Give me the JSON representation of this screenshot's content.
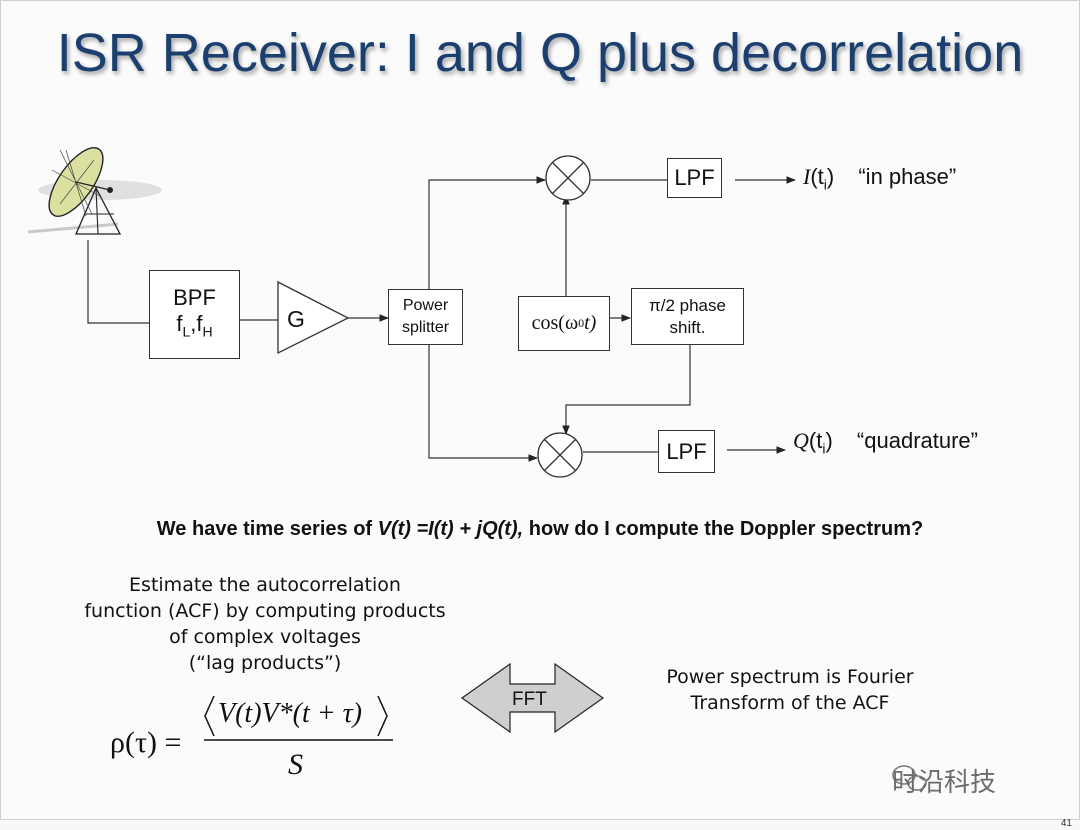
{
  "slide": {
    "title": "ISR Receiver:  I and Q plus decorrelation",
    "page_number": "41"
  },
  "diagram": {
    "bpf": {
      "line1": "BPF",
      "line2_base1": "f",
      "line2_sub1": "L",
      "line2_sep": ",",
      "line2_base2": "f",
      "line2_sub2": "H"
    },
    "amp_label": "G",
    "splitter": {
      "line1": "Power",
      "line2": "splitter"
    },
    "oscillator": {
      "text": "cos(ω",
      "sub": "0",
      "tail": "t)"
    },
    "phase_shift": {
      "line1": "π/2 phase",
      "line2": "shift."
    },
    "lpf_top": "LPF",
    "lpf_bottom": "LPF",
    "out_i": {
      "sym": "I",
      "open": "(t",
      "sub": "i",
      "close": ")",
      "desc": "“in phase”"
    },
    "out_q": {
      "sym": "Q",
      "open": "(t",
      "sub": "i",
      "close": ")",
      "desc": "“quadrature”"
    }
  },
  "question": {
    "p1": "We have time series of ",
    "p2": "V(t) =I(t) + jQ(t),",
    "p3": " how do I compute the Doppler spectrum?"
  },
  "acf": {
    "lines": [
      "Estimate the autocorrelation",
      "function (ACF) by computing products",
      "of complex voltages",
      "(“lag products”)"
    ],
    "formula_lhs": "ρ(τ) =",
    "numerator": "V(t)V*(t + τ)",
    "denominator": "S"
  },
  "fft_label": "FFT",
  "power_note": [
    "Power spectrum is Fourier",
    "Transform of the ACF"
  ],
  "watermark": "时沿科技",
  "colors": {
    "title": "#1b3f6e",
    "fft_arrow": "#cfcfcf",
    "dish": "#dbe0a0"
  }
}
